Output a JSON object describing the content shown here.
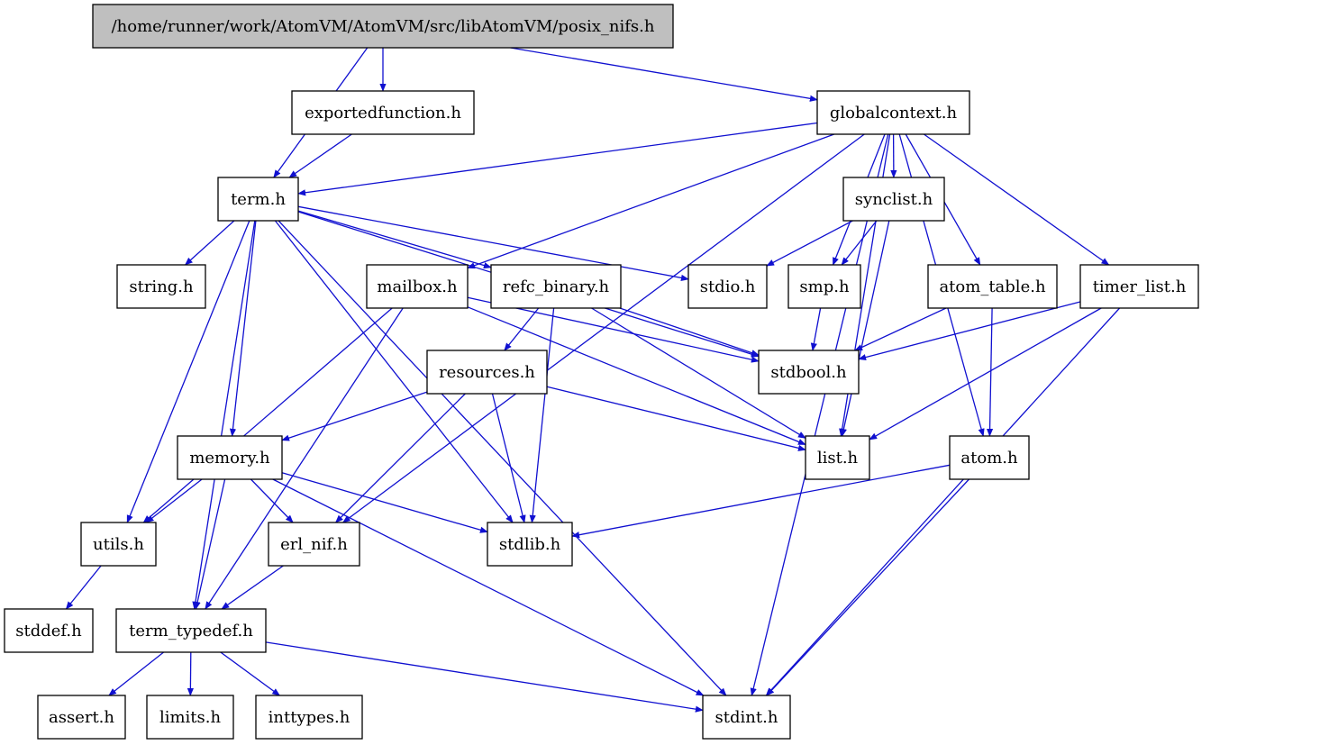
{
  "colors": {
    "edge": "#1010d0",
    "root_fill": "#bfbfbf",
    "node_fill": "#ffffff",
    "node_stroke": "#000000"
  },
  "nodes": [
    {
      "id": "root",
      "label": "/home/runner/work/AtomVM/AtomVM/src/libAtomVM/posix_nifs.h"
    },
    {
      "id": "exportedfunction",
      "label": "exportedfunction.h"
    },
    {
      "id": "globalcontext",
      "label": "globalcontext.h"
    },
    {
      "id": "term",
      "label": "term.h"
    },
    {
      "id": "synclist",
      "label": "synclist.h"
    },
    {
      "id": "string",
      "label": "string.h"
    },
    {
      "id": "mailbox",
      "label": "mailbox.h"
    },
    {
      "id": "refc_binary",
      "label": "refc_binary.h"
    },
    {
      "id": "stdio",
      "label": "stdio.h"
    },
    {
      "id": "smp",
      "label": "smp.h"
    },
    {
      "id": "atom_table",
      "label": "atom_table.h"
    },
    {
      "id": "timer_list",
      "label": "timer_list.h"
    },
    {
      "id": "resources",
      "label": "resources.h"
    },
    {
      "id": "stdbool",
      "label": "stdbool.h"
    },
    {
      "id": "memory",
      "label": "memory.h"
    },
    {
      "id": "list",
      "label": "list.h"
    },
    {
      "id": "atom",
      "label": "atom.h"
    },
    {
      "id": "utils",
      "label": "utils.h"
    },
    {
      "id": "erl_nif",
      "label": "erl_nif.h"
    },
    {
      "id": "stdlib",
      "label": "stdlib.h"
    },
    {
      "id": "stddef",
      "label": "stddef.h"
    },
    {
      "id": "term_typedef",
      "label": "term_typedef.h"
    },
    {
      "id": "assert",
      "label": "assert.h"
    },
    {
      "id": "limits",
      "label": "limits.h"
    },
    {
      "id": "inttypes",
      "label": "inttypes.h"
    },
    {
      "id": "stdint",
      "label": "stdint.h"
    }
  ],
  "edges": [
    [
      "root",
      "exportedfunction"
    ],
    [
      "root",
      "globalcontext"
    ],
    [
      "root",
      "term"
    ],
    [
      "exportedfunction",
      "term"
    ],
    [
      "globalcontext",
      "term"
    ],
    [
      "globalcontext",
      "synclist"
    ],
    [
      "globalcontext",
      "smp"
    ],
    [
      "globalcontext",
      "mailbox"
    ],
    [
      "globalcontext",
      "erl_nif"
    ],
    [
      "globalcontext",
      "atom_table"
    ],
    [
      "globalcontext",
      "timer_list"
    ],
    [
      "globalcontext",
      "list"
    ],
    [
      "globalcontext",
      "atom"
    ],
    [
      "globalcontext",
      "stdint"
    ],
    [
      "term",
      "string"
    ],
    [
      "term",
      "stdio"
    ],
    [
      "term",
      "refc_binary"
    ],
    [
      "term",
      "stdbool"
    ],
    [
      "term",
      "memory"
    ],
    [
      "term",
      "utils"
    ],
    [
      "term",
      "term_typedef"
    ],
    [
      "term",
      "stdlib"
    ],
    [
      "term",
      "stdint"
    ],
    [
      "synclist",
      "stdio"
    ],
    [
      "synclist",
      "smp"
    ],
    [
      "synclist",
      "list"
    ],
    [
      "smp",
      "stdbool"
    ],
    [
      "mailbox",
      "utils"
    ],
    [
      "mailbox",
      "term_typedef"
    ],
    [
      "mailbox",
      "list"
    ],
    [
      "mailbox",
      "stdbool"
    ],
    [
      "refc_binary",
      "resources"
    ],
    [
      "refc_binary",
      "stdbool"
    ],
    [
      "refc_binary",
      "list"
    ],
    [
      "refc_binary",
      "stdlib"
    ],
    [
      "atom_table",
      "stdbool"
    ],
    [
      "atom_table",
      "atom"
    ],
    [
      "timer_list",
      "stdbool"
    ],
    [
      "timer_list",
      "list"
    ],
    [
      "timer_list",
      "stdint"
    ],
    [
      "resources",
      "memory"
    ],
    [
      "resources",
      "erl_nif"
    ],
    [
      "resources",
      "stdlib"
    ],
    [
      "resources",
      "list"
    ],
    [
      "memory",
      "utils"
    ],
    [
      "memory",
      "erl_nif"
    ],
    [
      "memory",
      "term_typedef"
    ],
    [
      "memory",
      "stdlib"
    ],
    [
      "memory",
      "stdint"
    ],
    [
      "atom",
      "stdlib"
    ],
    [
      "atom",
      "stdint"
    ],
    [
      "utils",
      "stddef"
    ],
    [
      "erl_nif",
      "term_typedef"
    ],
    [
      "term_typedef",
      "assert"
    ],
    [
      "term_typedef",
      "limits"
    ],
    [
      "term_typedef",
      "inttypes"
    ],
    [
      "term_typedef",
      "stdint"
    ]
  ]
}
